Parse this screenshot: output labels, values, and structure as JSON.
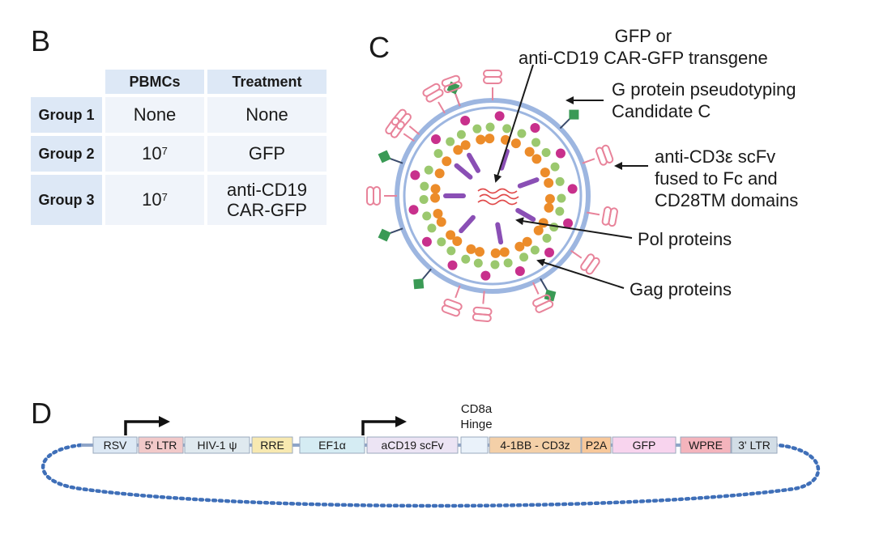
{
  "panel_b": {
    "letter": "B",
    "headers": [
      "PBMCs",
      "Treatment"
    ],
    "rows": [
      {
        "label": "Group 1",
        "pbmc_base": "None",
        "pbmc_exp": "",
        "treatment": "None"
      },
      {
        "label": "Group 2",
        "pbmc_base": "10",
        "pbmc_exp": "7",
        "treatment": "GFP"
      },
      {
        "label": "Group 3",
        "pbmc_base": "10",
        "pbmc_exp": "7",
        "treatment": "anti-CD19\nCAR-GFP"
      }
    ]
  },
  "panel_c": {
    "letter": "C",
    "labels": {
      "transgene": "GFP or\nanti-CD19 CAR-GFP transgene",
      "g_protein": "G protein pseudotyping\nCandidate C",
      "scfv": "anti-CD3ε scFv\nfused to Fc and\nCD28TM domains",
      "pol": "Pol proteins",
      "gag": "Gag proteins"
    },
    "colors": {
      "membrane": "#9db6e0",
      "g_protein": "#3a9a55",
      "scfv": "#e8839a",
      "pol": "#8a4fb5",
      "magenta": "#c8308c",
      "green": "#9bc86e",
      "orange": "#ec8c2a"
    }
  },
  "panel_d": {
    "letter": "D",
    "cd8a_label": "CD8a\nHinge",
    "elements": [
      {
        "label": "RSV",
        "color": "#dce8f4"
      },
      {
        "label": "5' LTR",
        "color": "#f2c9c9"
      },
      {
        "label": "HIV-1 ψ",
        "color": "#dfe9ef"
      },
      {
        "label": "RRE",
        "color": "#f8e9b0"
      },
      {
        "label": "EF1α",
        "color": "#d5ecf3"
      },
      {
        "label": "aCD19 scFv",
        "color": "#ece4f4"
      },
      {
        "label": "",
        "color": "#eaf2fa"
      },
      {
        "label": "4-1BB - CD3z",
        "color": "#f4d0a8"
      },
      {
        "label": "P2A",
        "color": "#f8c89a"
      },
      {
        "label": "GFP",
        "color": "#f8d4ee"
      },
      {
        "label": "WPRE",
        "color": "#f4b4bc"
      },
      {
        "label": "3' LTR",
        "color": "#d2dde6"
      }
    ],
    "plasmid_color": "#3f6fb8"
  }
}
